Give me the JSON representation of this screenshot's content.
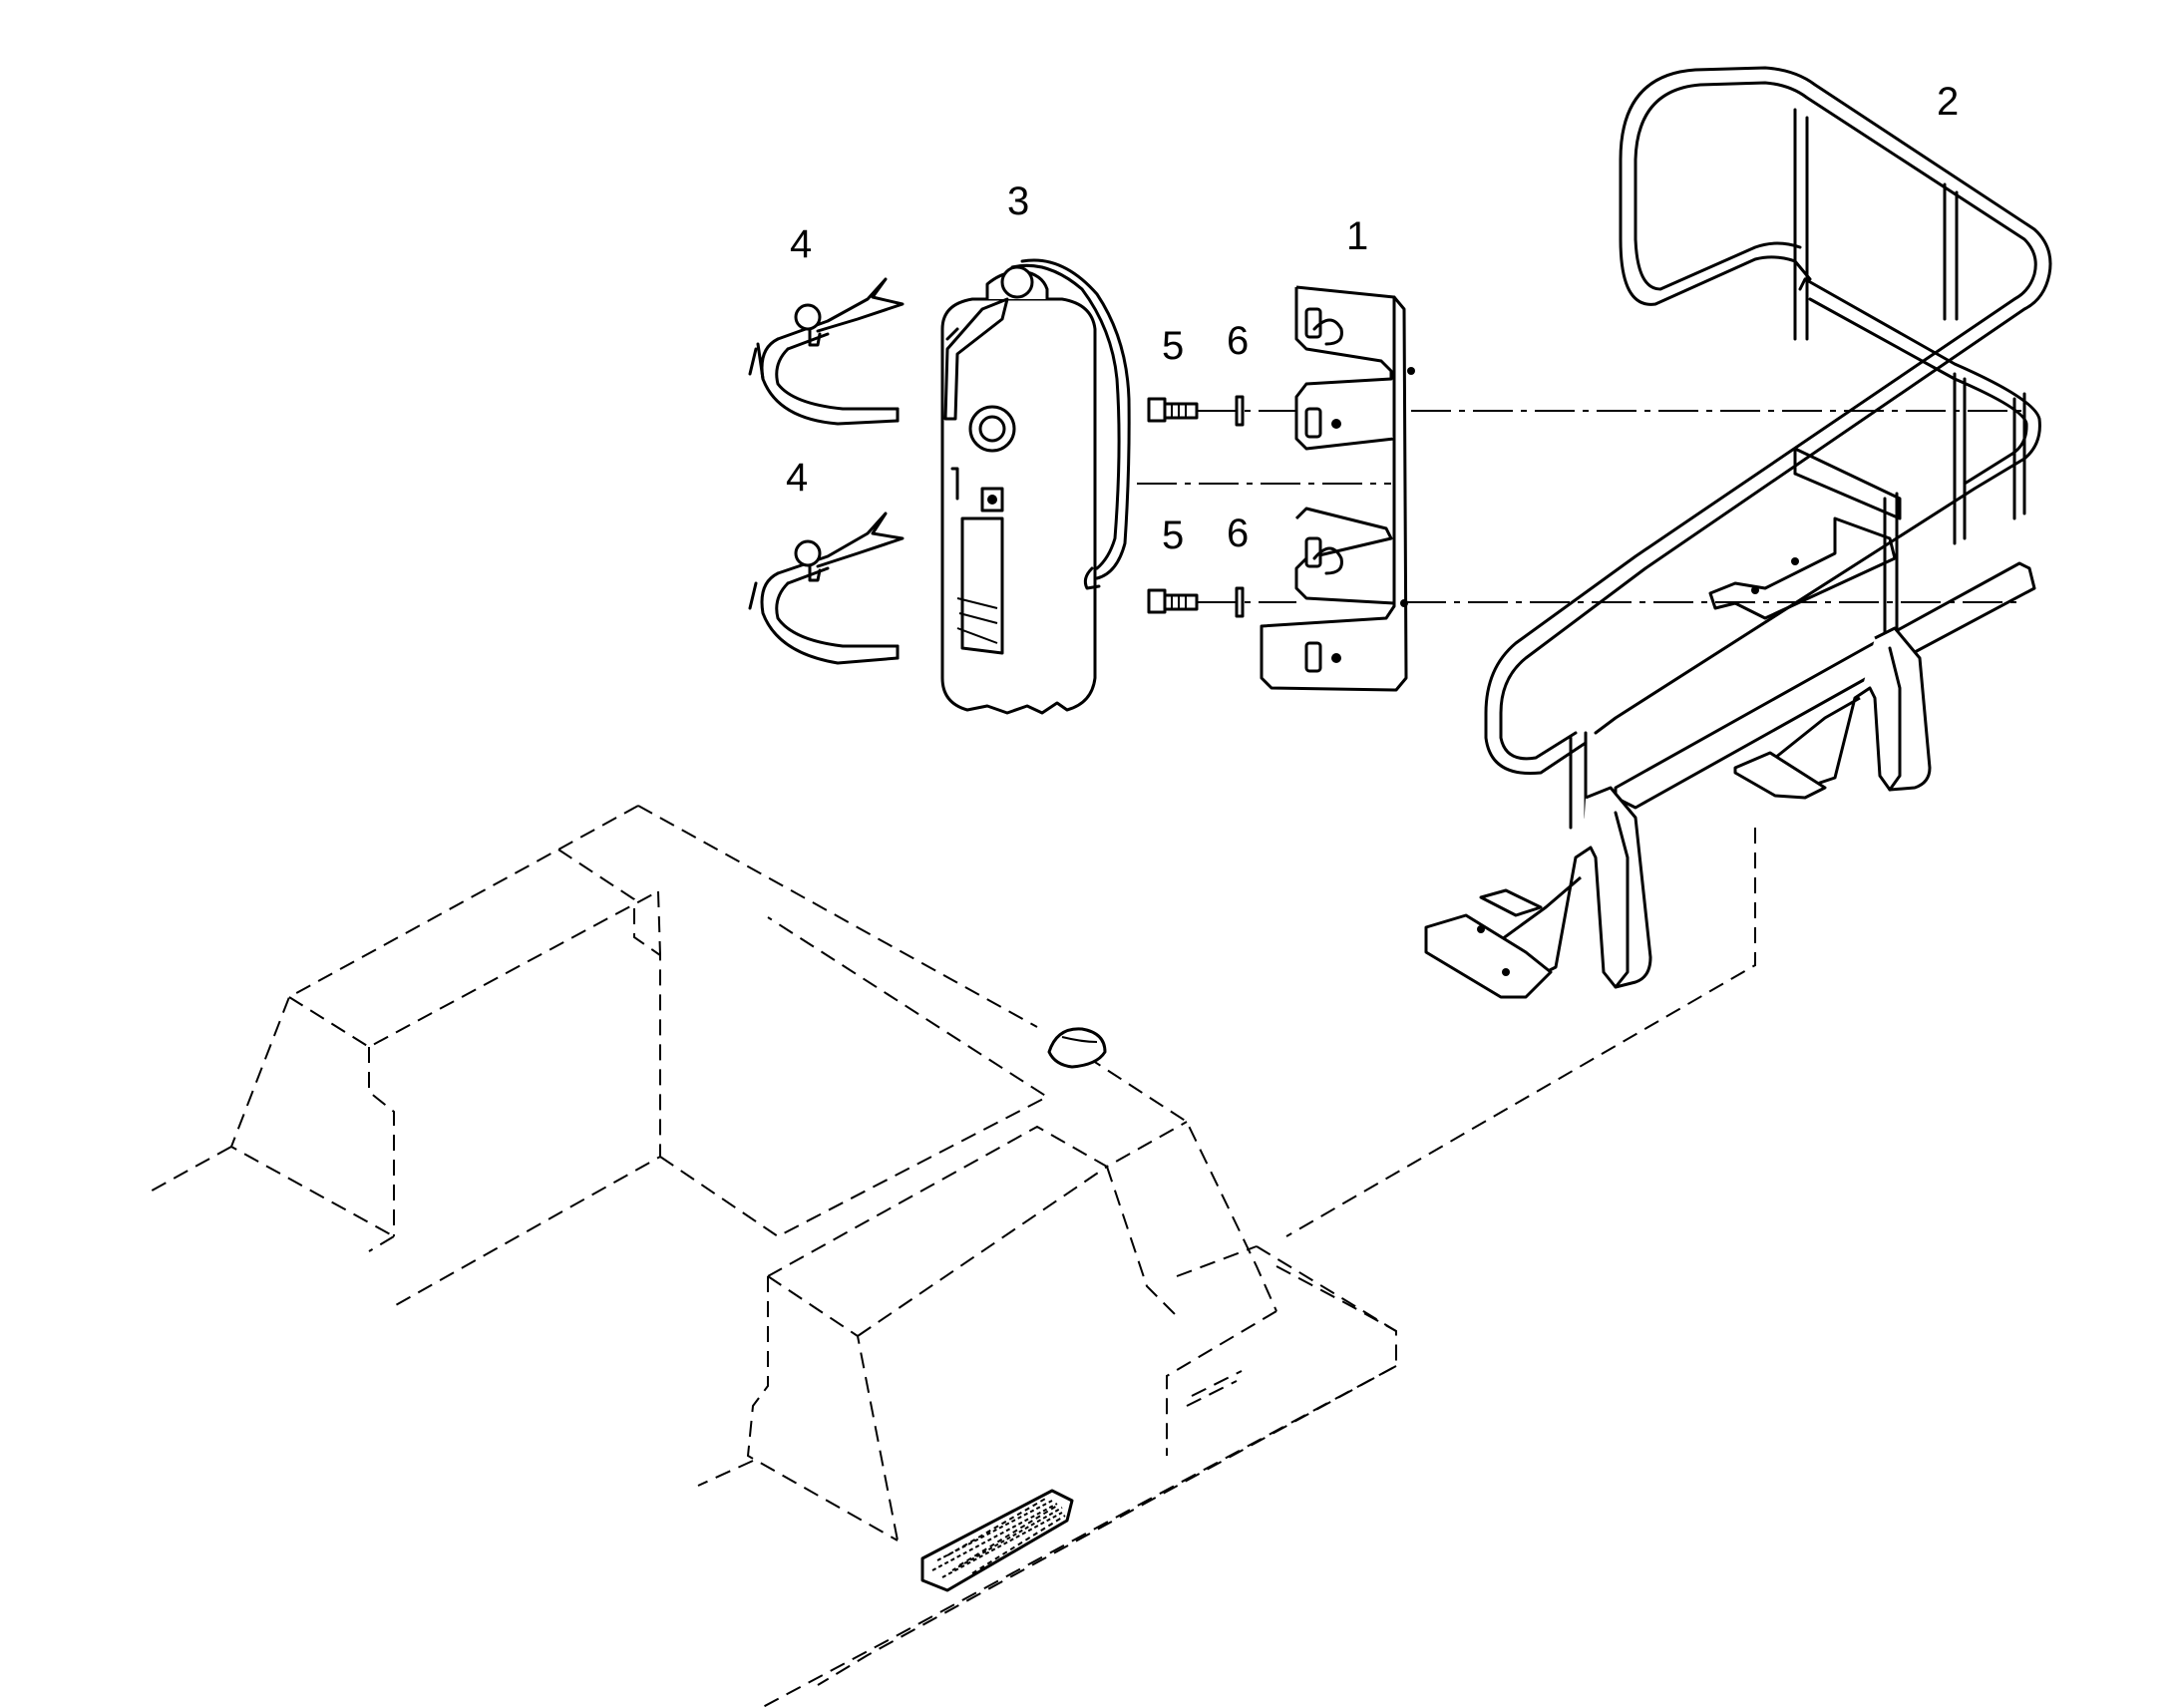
{
  "callouts": {
    "bracket": "1",
    "railing": "2",
    "extinguisher": "3",
    "clamp_upper": "4",
    "clamp_lower": "4",
    "bolt_upper": "5",
    "washer_upper": "6",
    "bolt_lower": "5",
    "washer_lower": "6"
  }
}
